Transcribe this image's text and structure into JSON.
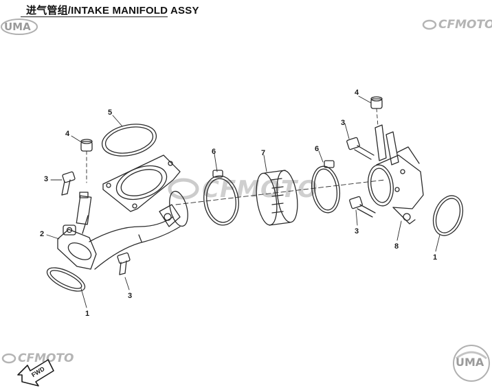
{
  "header": {
    "title": "进气管组/INTAKE MANIFOLD ASSY"
  },
  "branding": {
    "top_left_logo": "UMA",
    "top_right_logo": "CFMOTO",
    "center_watermark": "CFMOTO",
    "bottom_left_logo": "CFMOTO",
    "bottom_right_logo": "UMA"
  },
  "direction_arrow": {
    "label": "FWD"
  },
  "callouts": {
    "c_1a": "1",
    "c_1b": "1",
    "c_2": "2",
    "c_3a": "3",
    "c_3b": "3",
    "c_3c": "3",
    "c_3d": "3",
    "c_4a": "4",
    "c_4b": "4",
    "c_5": "5",
    "c_6a": "6",
    "c_6b": "6",
    "c_7": "7",
    "c_8": "8"
  },
  "colors": {
    "line": "#2a2a2a",
    "watermark": "#c8c8c8",
    "logo": "#a8a8a8"
  }
}
